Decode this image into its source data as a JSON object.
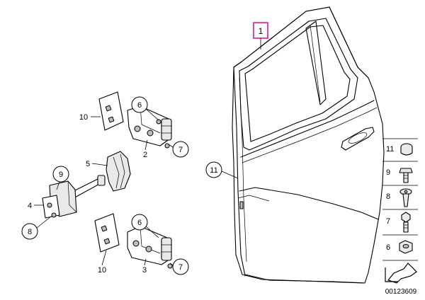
{
  "callouts": {
    "door": "1",
    "hinge_upper": "2",
    "hinge_lower": "3",
    "door_check": "4",
    "damper": "5",
    "bolt_upper": "6",
    "bolt_lower": "6",
    "nut_upper": "7",
    "nut_lower": "7",
    "screw_check": "8",
    "pin_check": "9",
    "gasket_upper": "10",
    "gasket_lower": "10",
    "door_seal": "11"
  },
  "legend": {
    "items": [
      {
        "number": "11",
        "icon": "clip-icon"
      },
      {
        "number": "9",
        "icon": "bolt-icon"
      },
      {
        "number": "8",
        "icon": "torx-screw-icon"
      },
      {
        "number": "7",
        "icon": "hex-screw-icon"
      },
      {
        "number": "6",
        "icon": "hex-nut-icon"
      }
    ],
    "arrow_icon": "direction-arrow-icon"
  },
  "diagram_id": "00123609",
  "highlight_color": "#e0188c"
}
